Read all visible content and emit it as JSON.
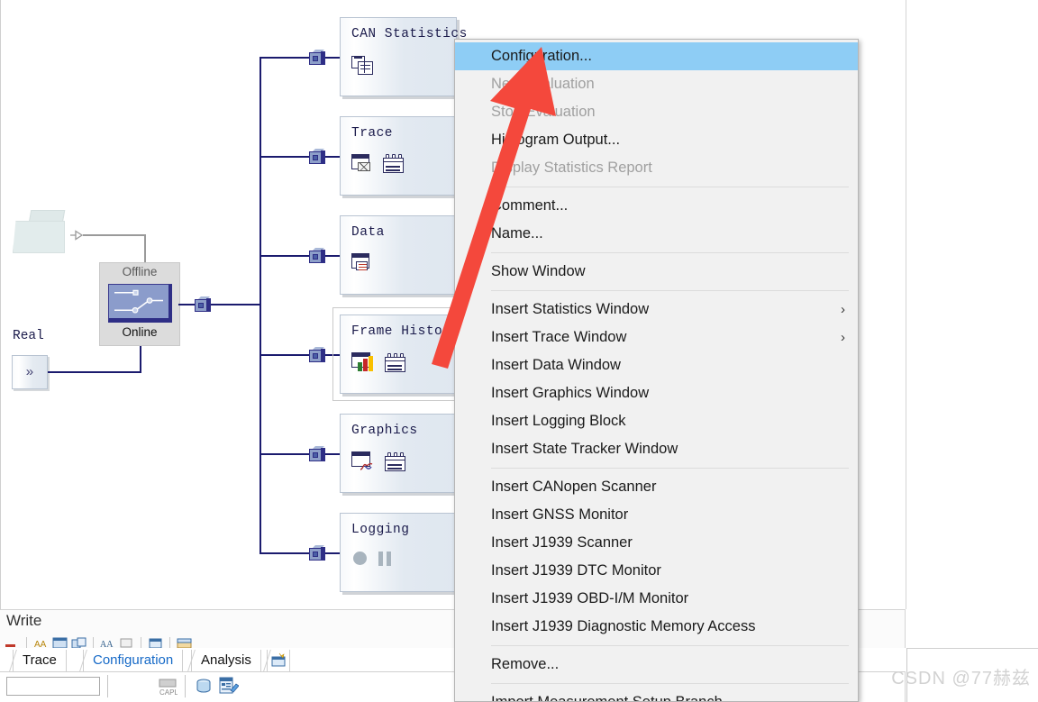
{
  "canvas": {
    "source_node": {
      "name": "folder-icon"
    },
    "switch": {
      "top_label": "Offline",
      "bottom_label": "Online"
    },
    "real_label": "Real",
    "real_button": "»",
    "blocks": [
      {
        "title": "CAN Statistics",
        "icons": [
          "statistics-table-icon"
        ],
        "selected": false
      },
      {
        "title": "Trace",
        "icons": [
          "trace-window-icon",
          "trace-log-icon"
        ],
        "selected": false
      },
      {
        "title": "Data",
        "icons": [
          "data-window-icon"
        ],
        "selected": false
      },
      {
        "title": "Frame Histo",
        "icons": [
          "histogram-window-icon",
          "histogram-log-icon"
        ],
        "selected": true
      },
      {
        "title": "Graphics",
        "icons": [
          "graphics-window-icon",
          "graphics-log-icon"
        ],
        "selected": false
      },
      {
        "title": "Logging",
        "icons": [
          "record-dot-icon",
          "pause-icon"
        ],
        "selected": false
      }
    ]
  },
  "context_menu": {
    "items": [
      {
        "label": "Configuration...",
        "state": "highlight"
      },
      {
        "label": "New Evaluation",
        "state": "disabled"
      },
      {
        "label": "Stop Evaluation",
        "state": "disabled"
      },
      {
        "label": "Histogram Output...",
        "state": "normal"
      },
      {
        "label": "Display Statistics Report",
        "state": "disabled"
      },
      {
        "type": "separator"
      },
      {
        "label": "Comment...",
        "state": "normal"
      },
      {
        "label": "Name...",
        "state": "normal"
      },
      {
        "type": "separator"
      },
      {
        "label": "Show Window",
        "state": "normal"
      },
      {
        "type": "separator"
      },
      {
        "label": "Insert Statistics Window",
        "state": "normal",
        "submenu": true
      },
      {
        "label": "Insert Trace Window",
        "state": "normal",
        "submenu": true
      },
      {
        "label": "Insert Data Window",
        "state": "normal"
      },
      {
        "label": "Insert Graphics Window",
        "state": "normal"
      },
      {
        "label": "Insert Logging Block",
        "state": "normal"
      },
      {
        "label": "Insert State Tracker Window",
        "state": "normal"
      },
      {
        "type": "separator"
      },
      {
        "label": "Insert CANopen Scanner",
        "state": "normal"
      },
      {
        "label": "Insert GNSS Monitor",
        "state": "normal"
      },
      {
        "label": "Insert J1939 Scanner",
        "state": "normal"
      },
      {
        "label": "Insert J1939 DTC Monitor",
        "state": "normal"
      },
      {
        "label": "Insert J1939 OBD-I/M Monitor",
        "state": "normal"
      },
      {
        "label": "Insert J1939 Diagnostic Memory Access",
        "state": "normal"
      },
      {
        "type": "separator"
      },
      {
        "label": "Remove...",
        "state": "normal"
      },
      {
        "type": "separator"
      },
      {
        "label": "Import Measurement Setup Branch ...",
        "state": "normal"
      }
    ],
    "submenu_glyph": "›"
  },
  "write_panel": {
    "title": "Write"
  },
  "tabs": [
    {
      "label": "Trace",
      "active": false
    },
    {
      "label": "Configuration",
      "active": true
    },
    {
      "label": "Analysis",
      "active": false
    }
  ],
  "bottom_bar": {
    "search_value": "",
    "search_placeholder": "",
    "icons": [
      "capl-icon",
      "database-icon",
      "report-edit-icon"
    ]
  },
  "annotation": {
    "arrow": "red-pointer-arrow",
    "color": "#f4483c"
  },
  "watermark": {
    "text": "CSDN @77赫兹"
  }
}
